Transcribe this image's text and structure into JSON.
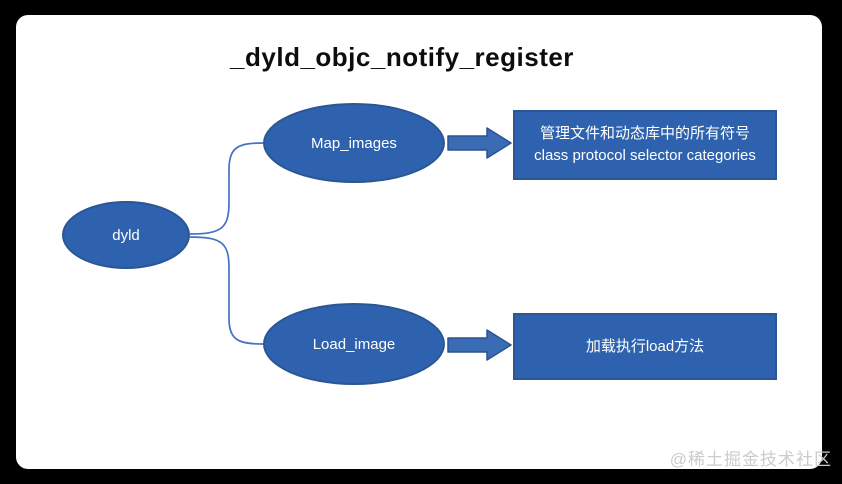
{
  "title": "_dyld_objc_notify_register",
  "watermark": "@稀土掘金技术社区",
  "colors": {
    "page_bg": "#000000",
    "card_bg": "#ffffff",
    "shape_fill": "#2e62ae",
    "shape_border": "#2a5694",
    "arrow_fill": "#3a6cb5",
    "arrow_border": "#2b5291",
    "connector": "#4472c4",
    "shape_text": "#ffffff",
    "title_text": "#0d0d0d",
    "watermark_text": "#cbcbcb"
  },
  "diagram": {
    "root": {
      "label": "dyld"
    },
    "branches": [
      {
        "node_label": "Map_images",
        "description_lines": [
          "管理文件和动态库中的所有符号",
          "class protocol selector categories"
        ]
      },
      {
        "node_label": "Load_image",
        "description_lines": [
          "加载执行load方法"
        ]
      }
    ]
  }
}
